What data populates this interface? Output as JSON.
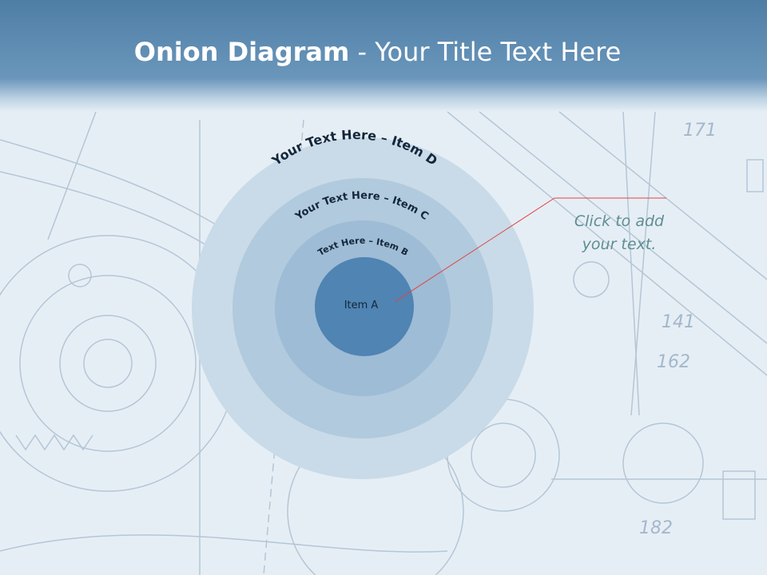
{
  "title": {
    "bold": "Onion Diagram",
    "rest": " - Your Title Text Here"
  },
  "onion": {
    "layers": [
      {
        "label": "Your Text Here – Item D",
        "color": "#c9dbe8"
      },
      {
        "label": "Your Text Here – Item C",
        "color": "#b1cadd"
      },
      {
        "label": "Text Here – Item B",
        "color": "#9ebcd5"
      },
      {
        "label": "Item A",
        "color": "#4f84b3"
      }
    ]
  },
  "callout": {
    "line1": "Click  to add",
    "line2": "your text.",
    "line_color": "#e04545"
  },
  "colors": {
    "title_bar": "#5a8ab2",
    "label_text": "#14263a",
    "callout_text": "#5e8e92"
  }
}
